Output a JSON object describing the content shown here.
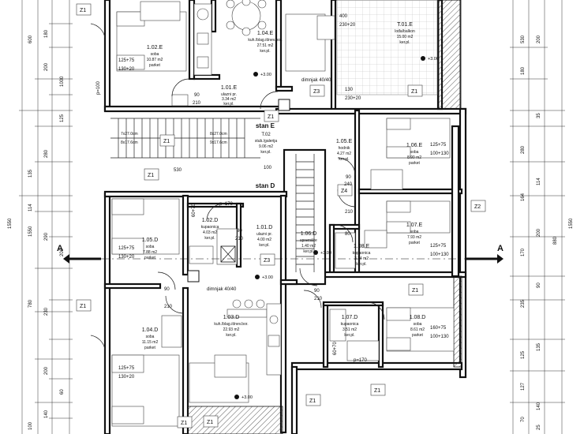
{
  "rooms": {
    "r102e": {
      "code": "1.02.E",
      "name": "soba",
      "area": "10.87 m2",
      "floor": "parket"
    },
    "r104e": {
      "code": "1.04.E",
      "name": "kuh./blag./dnev.bor.",
      "area": "27.51 m2",
      "floor": "ker.pl."
    },
    "t101e": {
      "code": "T.01.E",
      "name": "lođa/balkon",
      "area": "15.00 m2",
      "floor": "ker.pl."
    },
    "r101e": {
      "code": "1.01.E",
      "name": "ulazni pr.",
      "area": "3.34 m2",
      "floor": "ker.pl."
    },
    "t102": {
      "code": "T.02",
      "name": "stub./galerija",
      "area": "9.06 m2",
      "floor": "ker.pl."
    },
    "r105e": {
      "code": "1.05.E",
      "name": "hodnik",
      "area": "4.27 m2",
      "floor": "ker.pl."
    },
    "r106e": {
      "code": "1.06.E",
      "name": "soba",
      "area": "8.90 m2",
      "floor": "parket"
    },
    "r107e": {
      "code": "1.07.E",
      "name": "soba",
      "area": "7.93 m2",
      "floor": "parket"
    },
    "r108e": {
      "code": "1.08.E",
      "name": "kupaonica",
      "area": "3.74 m2",
      "floor": "ker.pl."
    },
    "r105d": {
      "code": "1.05.D",
      "name": "soba",
      "area": "7.88 m2",
      "floor": "parket"
    },
    "r102d": {
      "code": "1.02.D",
      "name": "kupaonica",
      "area": "4.03 m2",
      "floor": "ker.pl."
    },
    "r101d": {
      "code": "1.01.D",
      "name": "ulazni pr.",
      "area": "4.00 m2",
      "floor": "ker.pl."
    },
    "r106d": {
      "code": "1.06.D",
      "name": "spremište",
      "area": "1.40 m2",
      "floor": "ker.pl."
    },
    "r104d": {
      "code": "1.04.D",
      "name": "soba",
      "area": "11.15 m2",
      "floor": "parket"
    },
    "r103d": {
      "code": "1.03.D",
      "name": "kuh./blag./dnev.bor.",
      "area": "22.93 m2",
      "floor": "ker.pl."
    },
    "r107d": {
      "code": "1.07.D",
      "name": "kupaonica",
      "area": "3.51 m2",
      "floor": "ker.pl."
    },
    "r108d": {
      "code": "1.08.D",
      "name": "soba",
      "area": "8.61 m2",
      "floor": "parket"
    }
  },
  "apartments": {
    "e": "stan E",
    "d": "stan D"
  },
  "section": "A",
  "markers": [
    "Z1",
    "Z1",
    "Z1",
    "Z1",
    "Z1",
    "Z1",
    "Z1",
    "Z1",
    "Z1",
    "Z1",
    "Z1",
    "Z2",
    "Z3",
    "Z3",
    "Z4"
  ],
  "chimney": "dimnjak 40/40",
  "stairs": [
    "7x27.0cm",
    "8x17.6cm",
    "8x27.0cm",
    "9x17.6cm"
  ],
  "openings": {
    "w1": {
      "w": "125+75",
      "h": "130+20"
    },
    "w2": {
      "w": "125+75",
      "h": "130+20"
    },
    "w3": {
      "w": "125+75",
      "h": "130+20"
    },
    "w4": {
      "w": "125+75",
      "h": "100+130"
    },
    "w5": {
      "w": "125+75",
      "h": "100+130"
    },
    "w6": {
      "w": "160+75",
      "h": "100+130"
    },
    "balc": {
      "w": "130",
      "h": "230+20"
    },
    "bal2": {
      "w": "400",
      "h": "230+20"
    },
    "d90": "90",
    "d210": "210",
    "d80": "80",
    "d100": "100",
    "d60": "60+70",
    "d240": "240"
  },
  "levels": {
    "l1": "+3.00",
    "l2": "+3.00",
    "l3": "+3.00",
    "l4": "+3.00",
    "l5": "+3.00"
  },
  "dims": {
    "outer_l": "1550",
    "outer_r": "1550",
    "inner_r": "880",
    "mid": "530",
    "left": [
      "600",
      "180",
      "200",
      "1000",
      "125",
      "280",
      "135",
      "114",
      "290",
      "200",
      "1550",
      "780",
      "230",
      "200",
      "60",
      "140",
      "100"
    ],
    "right": [
      "530",
      "180",
      "200",
      "35",
      "280",
      "164",
      "114",
      "170",
      "200",
      "90",
      "235",
      "135",
      "125",
      "127",
      "140",
      "70",
      "25"
    ]
  },
  "notes": {
    "p100": "p=100",
    "p170a": "p=170",
    "p170b": "p=170"
  }
}
